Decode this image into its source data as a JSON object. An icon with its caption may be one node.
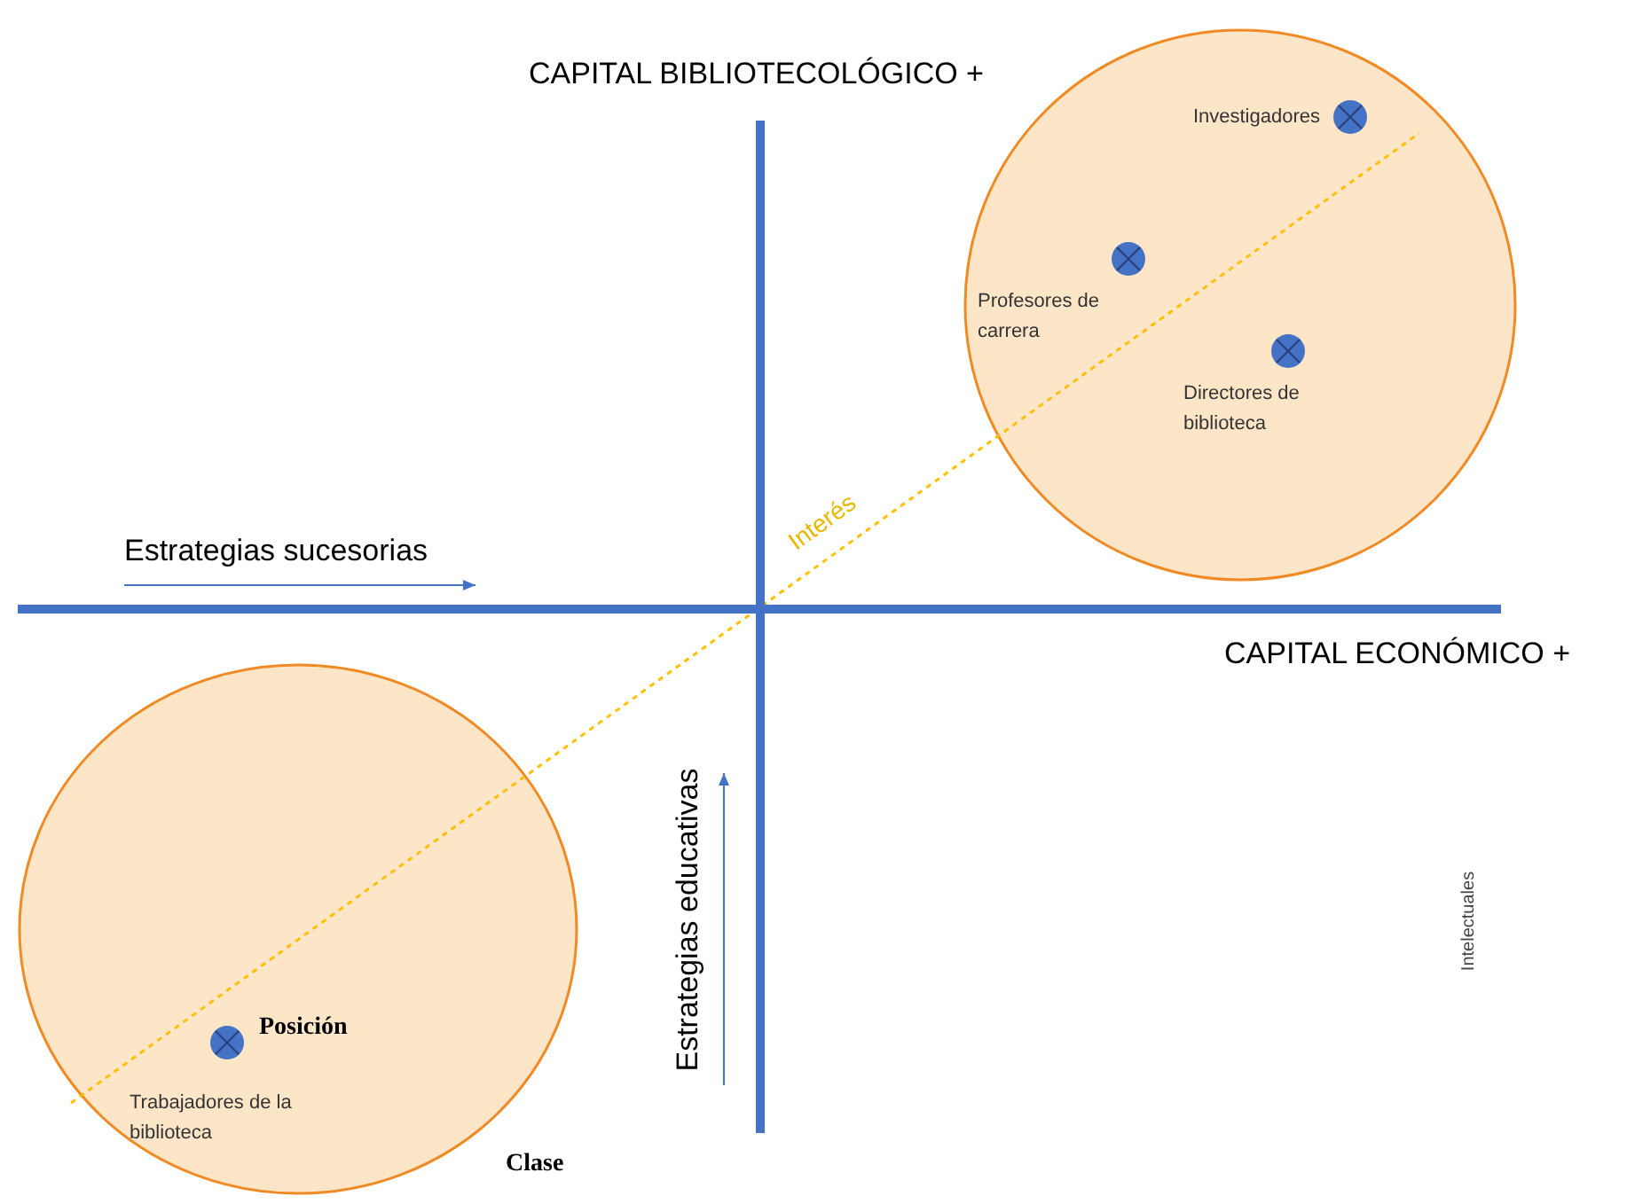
{
  "diagram": {
    "nodes": [
      {
        "text": [],
        "shape": "circle"
      },
      {
        "text": [
          "Investigadores"
        ],
        "in": 0
      },
      {
        "text": [
          "Profesores de carrera"
        ],
        "in": 0
      },
      {
        "text": [
          "Directores de biblioteca"
        ],
        "in": 0
      },
      {
        "text": [],
        "shape": "circle",
        "beside": [
          "Clase"
        ]
      },
      {
        "text": [
          "Posición"
        ],
        "in": 4
      },
      {
        "text": [
          "Trabajadores de la biblioteca"
        ],
        "in": 4
      }
    ],
    "labels": [
      "CAPITAL BIBLIOTECOLÓGICO +",
      "Estrategias sucesorias",
      "Interés",
      "CAPITAL ECONÓMICO +",
      "Estrategias educativas",
      "Intelectuales"
    ]
  }
}
